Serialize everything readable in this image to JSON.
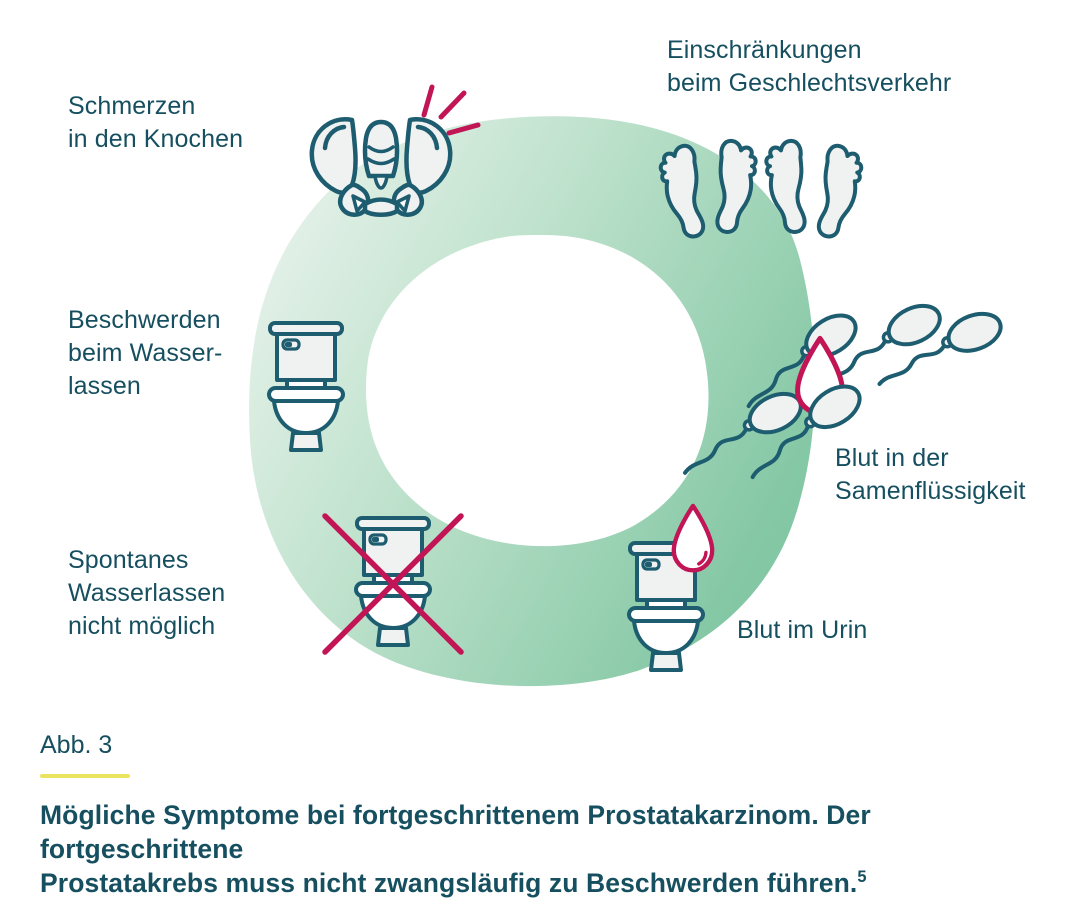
{
  "figure_type": "medical-infographic",
  "colors": {
    "text_teal": "#164f5f",
    "icon_stroke_teal": "#1d5d6f",
    "accent_crimson": "#c11556",
    "ring_gradient_light": "#eef5f0",
    "ring_gradient_dark": "#83c7a4",
    "icon_fill_gray": "#f0f1f1",
    "underline_yellow": "#ece45e",
    "background": "#ffffff"
  },
  "diagram": {
    "symptoms": [
      {
        "id": "bone-pain",
        "label": "Schmerzen\nin den Knochen",
        "icon": "pelvis-pain-icon"
      },
      {
        "id": "intercourse-limitations",
        "label": "Einschränkungen\nbeim Geschlechtsverkehr",
        "icon": "feet-pairs-icon"
      },
      {
        "id": "urination-problems",
        "label": "Beschwerden\nbeim Wasser-\nlassen",
        "icon": "toilet-icon"
      },
      {
        "id": "blood-in-semen",
        "label": "Blut in der\nSamenflüssigkeit",
        "icon": "sperm-blood-drop-icon"
      },
      {
        "id": "no-spontaneous-urination",
        "label": "Spontanes\nWasserlassen\nnicht möglich",
        "icon": "toilet-crossed-icon"
      },
      {
        "id": "blood-in-urine",
        "label": "Blut im Urin",
        "icon": "toilet-blood-drop-icon"
      }
    ]
  },
  "caption": {
    "figure_label": "Abb. 3",
    "text": "Mögliche Symptome bei fortgeschrittenem Prostatakarzinom. Der fortgeschrittene\nProstatakrebs muss nicht zwangsläufig zu Beschwerden führen.",
    "reference_mark": "5"
  }
}
